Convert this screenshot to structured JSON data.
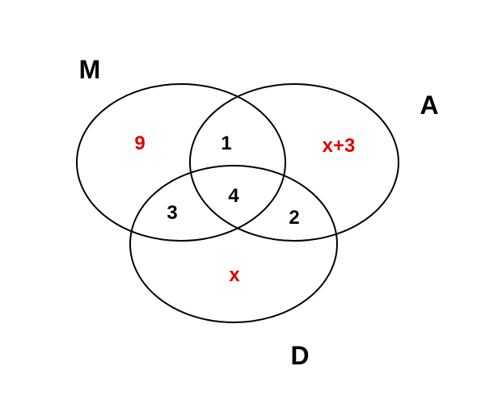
{
  "colors": {
    "known_value": "#000000",
    "unknown_value": "#e00000",
    "outline": "#000000"
  },
  "sets": {
    "m": {
      "label": "M"
    },
    "a": {
      "label": "A"
    },
    "d": {
      "label": "D"
    }
  },
  "regions": {
    "m_only": "9",
    "a_only": "x+3",
    "d_only": "x",
    "m_and_a": "1",
    "m_and_d": "3",
    "a_and_d": "2",
    "m_a_and_d": "4"
  }
}
